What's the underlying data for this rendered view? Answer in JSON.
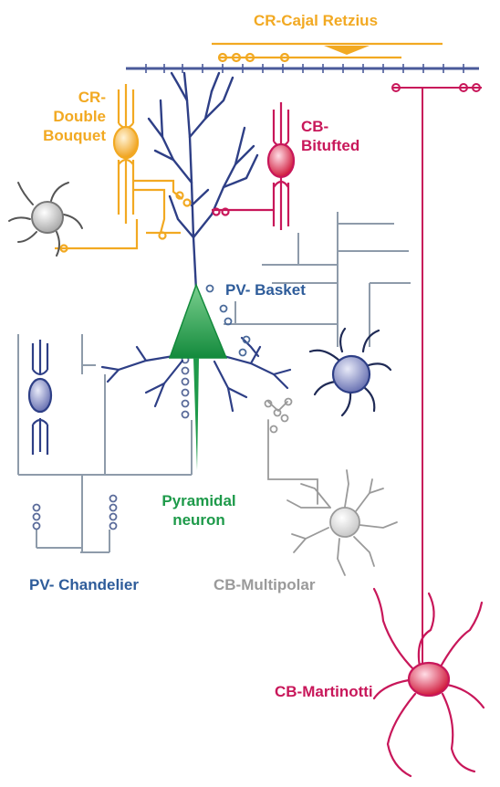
{
  "colors": {
    "calretinin": "#F2A922",
    "calbindin": "#C8175A",
    "parvalbumin": "#2E3F86",
    "pyramidal": "#1E9A4A",
    "multipolar": "#9A9A9A",
    "gray_axon": "#8E9BAA"
  },
  "labels": {
    "cr_cajal_retzius": "CR-Cajal Retzius",
    "cr_double_bouquet": [
      "CR-",
      "Double",
      "Bouquet"
    ],
    "cb_bitufted": [
      "CB-",
      "Bitufted"
    ],
    "pv_basket": "PV- Basket",
    "pyramidal_neuron": [
      "Pyramidal",
      "neuron"
    ],
    "pv_chandelier": "PV- Chandelier",
    "cb_multipolar": "CB-Multipolar",
    "cb_martinotti": "CB-Martinotti"
  }
}
